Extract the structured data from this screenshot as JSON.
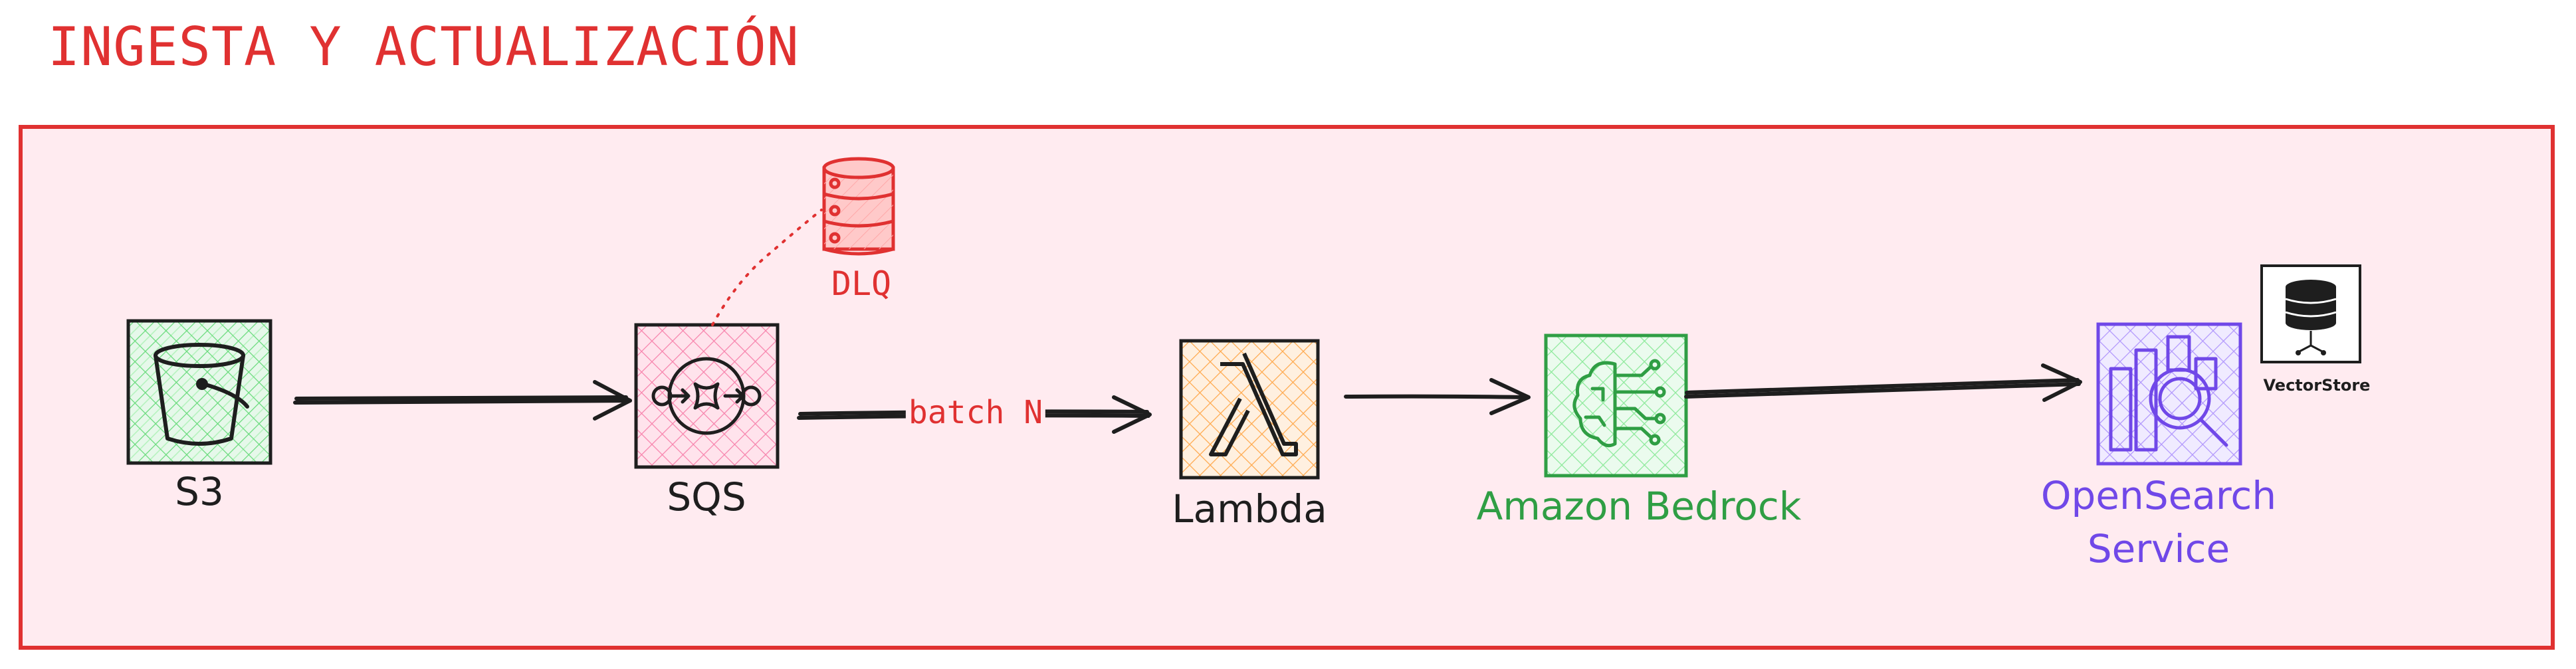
{
  "title": "INGESTA Y ACTUALIZACIÓN",
  "nodes": {
    "s3": {
      "label": "S3",
      "icon": "s3-bucket-icon"
    },
    "sqs": {
      "label": "SQS",
      "icon": "sqs-queue-icon"
    },
    "dlq": {
      "label": "DLQ",
      "icon": "database-icon"
    },
    "lambda": {
      "label": "Lambda",
      "icon": "lambda-icon"
    },
    "bedrock": {
      "label": "Amazon Bedrock",
      "icon": "bedrock-brain-icon"
    },
    "opensearch": {
      "label_line1": "OpenSearch",
      "label_line2": "Service",
      "icon": "opensearch-icon"
    },
    "vectorstore": {
      "label": "VectorStore",
      "icon": "vector-database-icon"
    }
  },
  "edges": {
    "sqs_to_lambda": {
      "label": "batch N"
    }
  },
  "colors": {
    "title": "#e03131",
    "frame_border": "#e03131",
    "frame_fill": "#ffebf0",
    "s3": "#2f9e44",
    "sqs": "#e64980",
    "dlq": "#e03131",
    "lambda": "#fd7e14",
    "bedrock": "#40c057",
    "opensearch": "#7048e8"
  }
}
